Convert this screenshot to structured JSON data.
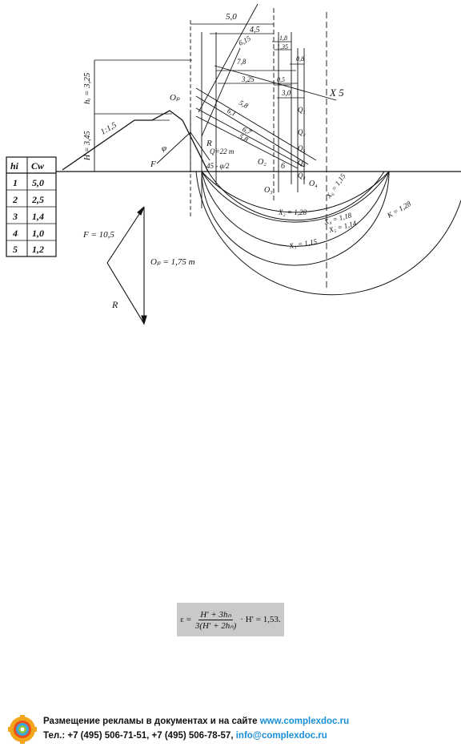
{
  "figure": {
    "table": {
      "headers": [
        "hi",
        "Cw"
      ],
      "rows": [
        [
          "1",
          "5,0"
        ],
        [
          "2",
          "2,5"
        ],
        [
          "3",
          "1,4"
        ],
        [
          "4",
          "1,0"
        ],
        [
          "5",
          "1,2"
        ]
      ]
    },
    "labels": {
      "top_5_0": "5,0",
      "dim_4_5": "4,5",
      "dim_6_15": "6,15",
      "dim_1_8": "1,8",
      "dim_1_35": "1,35",
      "dim_0_8": "0,8",
      "dim_7_8": "7,8",
      "dim_3_25": "3,25",
      "dim_0_5": "0,5",
      "dim_3_0": "3,0",
      "dim_5_8": "5,8",
      "dim_6_1": "6,1",
      "dim_6_7": "6,7",
      "dim_5_8b": "5,8",
      "hi_label": "hᵢ = 3,25",
      "H_label": "H = 3,45",
      "slope": "1:1,5",
      "Op": "Oₚ",
      "X5": "X 5",
      "Q1": "Q₁",
      "Q2": "Q₂",
      "Q3": "Q₃",
      "Q4": "Q₄",
      "Q5": "Q₅",
      "O2": "O₂",
      "O3": "O₃",
      "O4": "O₄",
      "six": "6",
      "R": "R",
      "F": "F",
      "phi": "φ",
      "Q22": "Q=22 т",
      "angle": "45 - φ/2",
      "K1_28": "K = 1,28",
      "X2_128": "X₂ = 1,28",
      "X3_115": "X₃ = 1,15",
      "X4_118": "X₄ = 1,18",
      "X5_114": "X₅ = 1,14",
      "X6_115": "X₆ = 1,15",
      "K_128": "K = 1,28"
    },
    "force_polygon": {
      "F": "F = 10,5",
      "Op": "Oₚ = 1,75 т",
      "R": "R"
    }
  },
  "formula": {
    "lhs": "ε =",
    "numerator": "H′ + 3hₙ",
    "denominator": "3(H′ + 2hₙ)",
    "rhs": "· H′ = 1,53."
  },
  "footer": {
    "line1_text": "Размещение рекламы в документах и на сайте ",
    "line1_link": "www.complexdoc.ru",
    "line2_text": "Тел.: +7 (495) 506-71-51, +7 (495) 506-78-57, ",
    "line2_link": "info@complexdoc.ru"
  }
}
